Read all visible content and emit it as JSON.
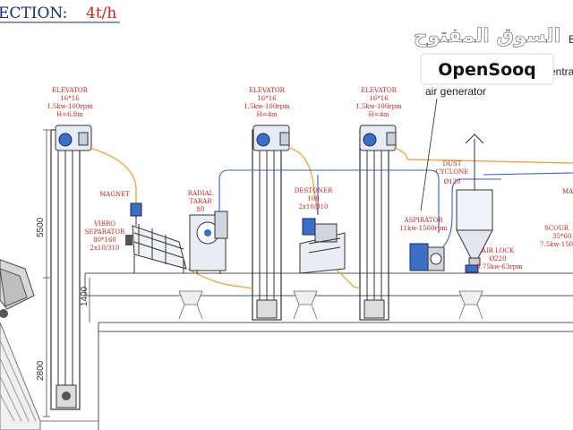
{
  "header": {
    "title_prefix": "ECTION:",
    "title_value": "4t/h"
  },
  "watermark": {
    "arabic": "السوق المفتوح",
    "brand": "OpenSooq"
  },
  "notes": {
    "top_right_1": "B",
    "top_right_2": "entra",
    "air_generator": "air generator"
  },
  "elevators": [
    {
      "name": "ELEVATOR",
      "size": "16*16",
      "power": "1.5kw-100rpm",
      "height": "H=6.8m"
    },
    {
      "name": "ELEVATOR",
      "size": "16*16",
      "power": "1.5kw-100rpm",
      "height": "H=4m"
    },
    {
      "name": "ELEVATOR",
      "size": "16*16",
      "power": "1.5kw-100rpm",
      "height": "H=4m"
    }
  ],
  "machines": {
    "magnet": "MAGNET",
    "vibro": {
      "line1": "VIBRO",
      "line2": "SEPARATOR",
      "line3": "80*160",
      "line4": "2x10/310"
    },
    "radial": {
      "line1": "RADIAL",
      "line2": "TARAR",
      "line3": "80"
    },
    "destoner": {
      "line1": "DESTONER",
      "line2": "100",
      "line3": "2x10/310"
    },
    "aspirator": {
      "line1": "ASPIRATOR",
      "line2": "11kw-1500rpm"
    },
    "dust_cyclone": {
      "line1": "DUST",
      "line2": "CYCLONE",
      "line3": "Ø120"
    },
    "air_lock": {
      "line1": "AIR LOCK",
      "line2": "Ø220",
      "line3": "0.75kw-63rpm"
    },
    "scourer": {
      "line1": "SCOUR",
      "line2": "35*60",
      "line3": "7.5kw-150"
    },
    "right_edge": "MA"
  },
  "dimensions": {
    "d5500": "5500",
    "d1400": "1400",
    "d2800": "2800"
  },
  "colors": {
    "label_red": "#c0281e",
    "pipe_orange": "#e8a33d",
    "pipe_blue": "#3a5fcf",
    "equipment_blue": "#3a6fc4",
    "title_navy": "#1a2a6a"
  }
}
